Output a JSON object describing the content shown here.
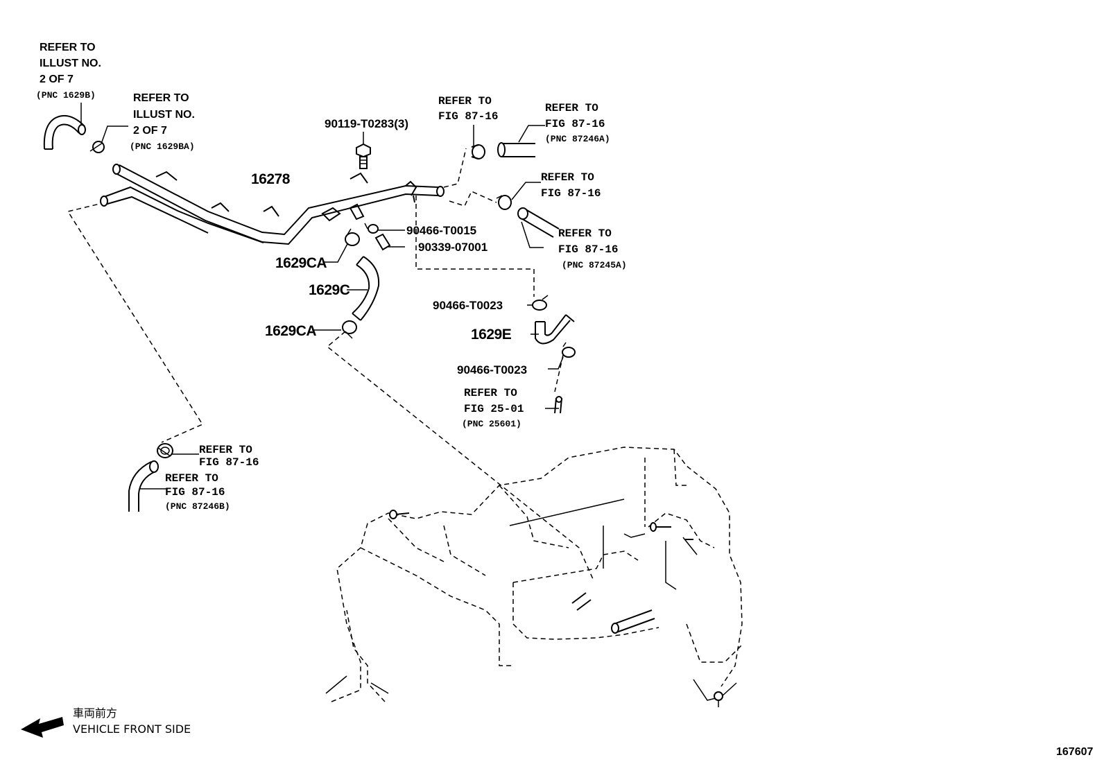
{
  "refs": {
    "illust_1629b": [
      "REFER TO",
      "ILLUST NO.",
      "2 OF 7",
      "(PNC 1629B)"
    ],
    "illust_1629ba": [
      "REFER TO",
      "ILLUST NO.",
      "2 OF 7",
      "(PNC 1629BA)"
    ],
    "fig_87_16_top": [
      "REFER TO",
      "FIG 87-16"
    ],
    "fig_87_16_87246a": [
      "REFER TO",
      "FIG 87-16",
      "(PNC 87246A)"
    ],
    "fig_87_16_mid": [
      "REFER TO",
      "FIG 87-16"
    ],
    "fig_87_16_87245a": [
      "REFER TO",
      "FIG 87-16",
      "(PNC 87245A)"
    ],
    "fig_25_01": [
      "REFER TO",
      "FIG 25-01",
      "(PNC 25601)"
    ],
    "fig_87_16_lower": [
      "REFER TO",
      "FIG 87-16"
    ],
    "fig_87_16_87246b": [
      "REFER TO",
      "FIG 87-16",
      "(PNC 87246B)"
    ]
  },
  "parts": {
    "p_90119": "90119-T0283(3)",
    "p_16278": "16278",
    "p_90466_t0015": "90466-T0015",
    "p_90339": "90339-07001",
    "p_1629ca_upper": "1629CA",
    "p_1629c": "1629C",
    "p_1629ca_lower": "1629CA",
    "p_90466_t0023_a": "90466-T0023",
    "p_1629e": "1629E",
    "p_90466_t0023_b": "90466-T0023"
  },
  "front_indicator": {
    "japanese": "車両前方",
    "english": "VEHICLE FRONT SIDE",
    "arrow_icon": "left-arrow-icon"
  },
  "illustration_number": "167607"
}
